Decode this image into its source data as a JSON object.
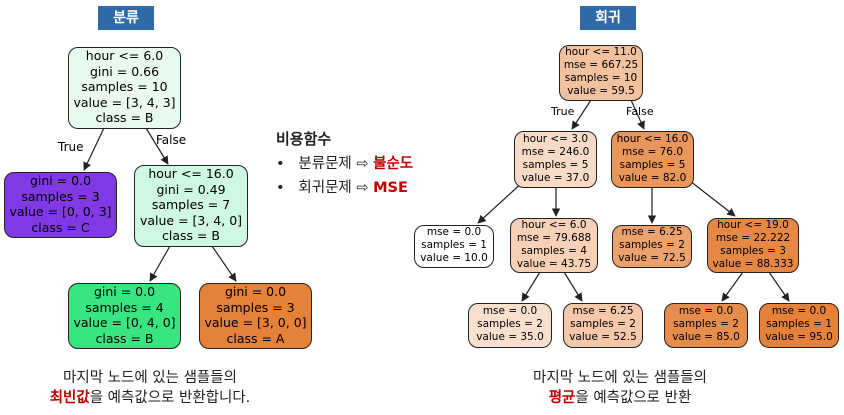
{
  "classification": {
    "title": "분류",
    "nodes": [
      {
        "lines": [
          "hour <= 6.0",
          "gini = 0.66",
          "samples = 10",
          "value = [3, 4, 3]",
          "class = B"
        ],
        "fill": "#e9fbf1"
      },
      {
        "lines": [
          "gini = 0.0",
          "samples = 3",
          "value = [0, 0, 3]",
          "class = C"
        ],
        "fill": "#8139e5"
      },
      {
        "lines": [
          "hour <= 16.0",
          "gini = 0.49",
          "samples = 7",
          "value = [3, 4, 0]",
          "class = B"
        ],
        "fill": "#cef8e0"
      },
      {
        "lines": [
          "gini = 0.0",
          "samples = 4",
          "value = [0, 4, 0]",
          "class = B"
        ],
        "fill": "#39e581"
      },
      {
        "lines": [
          "gini = 0.0",
          "samples = 3",
          "value = [3, 0, 0]",
          "class = A"
        ],
        "fill": "#e58139"
      }
    ],
    "true_label": "True",
    "false_label": "False",
    "caption_line1": "마지막 노드에 있는 샘플들의",
    "caption_kw": "최빈값",
    "caption_rest": "을 예측값으로 반환합니다."
  },
  "regression": {
    "title": "회귀",
    "nodes": [
      {
        "lines": [
          "hour <= 11.0",
          "mse = 667.25",
          "samples = 10",
          "value = 59.5"
        ],
        "fill": "#f2c19e"
      },
      {
        "lines": [
          "hour <= 3.0",
          "mse = 246.0",
          "samples = 5",
          "value = 37.0"
        ],
        "fill": "#f8dbc6"
      },
      {
        "lines": [
          "hour <= 16.0",
          "mse = 76.0",
          "samples = 5",
          "value = 82.0"
        ],
        "fill": "#e9965a"
      },
      {
        "lines": [
          "mse = 0.0",
          "samples = 1",
          "value = 10.0"
        ],
        "fill": "#ffffff"
      },
      {
        "lines": [
          "hour <= 6.0",
          "mse = 79.688",
          "samples = 4",
          "value = 43.75"
        ],
        "fill": "#f6d1b7"
      },
      {
        "lines": [
          "mse = 6.25",
          "samples = 2",
          "value = 72.5"
        ],
        "fill": "#eca26d"
      },
      {
        "lines": [
          "hour <= 19.0",
          "mse = 22.222",
          "samples = 3",
          "value = 88.333"
        ],
        "fill": "#e68844"
      },
      {
        "lines": [
          "mse = 0.0",
          "samples = 2",
          "value = 35.0"
        ],
        "fill": "#f9e0ce"
      },
      {
        "lines": [
          "mse = 6.25",
          "samples = 2",
          "value = 52.5"
        ],
        "fill": "#f4c8a9"
      },
      {
        "lines": [
          "mse = 0.0",
          "samples = 2",
          "value = 85.0"
        ],
        "fill": "#e78d4c"
      },
      {
        "lines": [
          "mse = 0.0",
          "samples = 1",
          "value = 95.0"
        ],
        "fill": "#e58139"
      }
    ],
    "true_label": "True",
    "false_label": "False",
    "caption_line1": "마지막 노드에 있는 샘플들의",
    "caption_kw": "평균",
    "caption_rest": "을 예측값으로 반환"
  },
  "cost_note": {
    "heading": "비용함수",
    "items": [
      {
        "bullet": "•",
        "text": "분류문제 ⇨ ",
        "keyword": "불순도"
      },
      {
        "bullet": "•",
        "text": "회귀문제 ⇨ ",
        "keyword": "MSE"
      }
    ]
  }
}
